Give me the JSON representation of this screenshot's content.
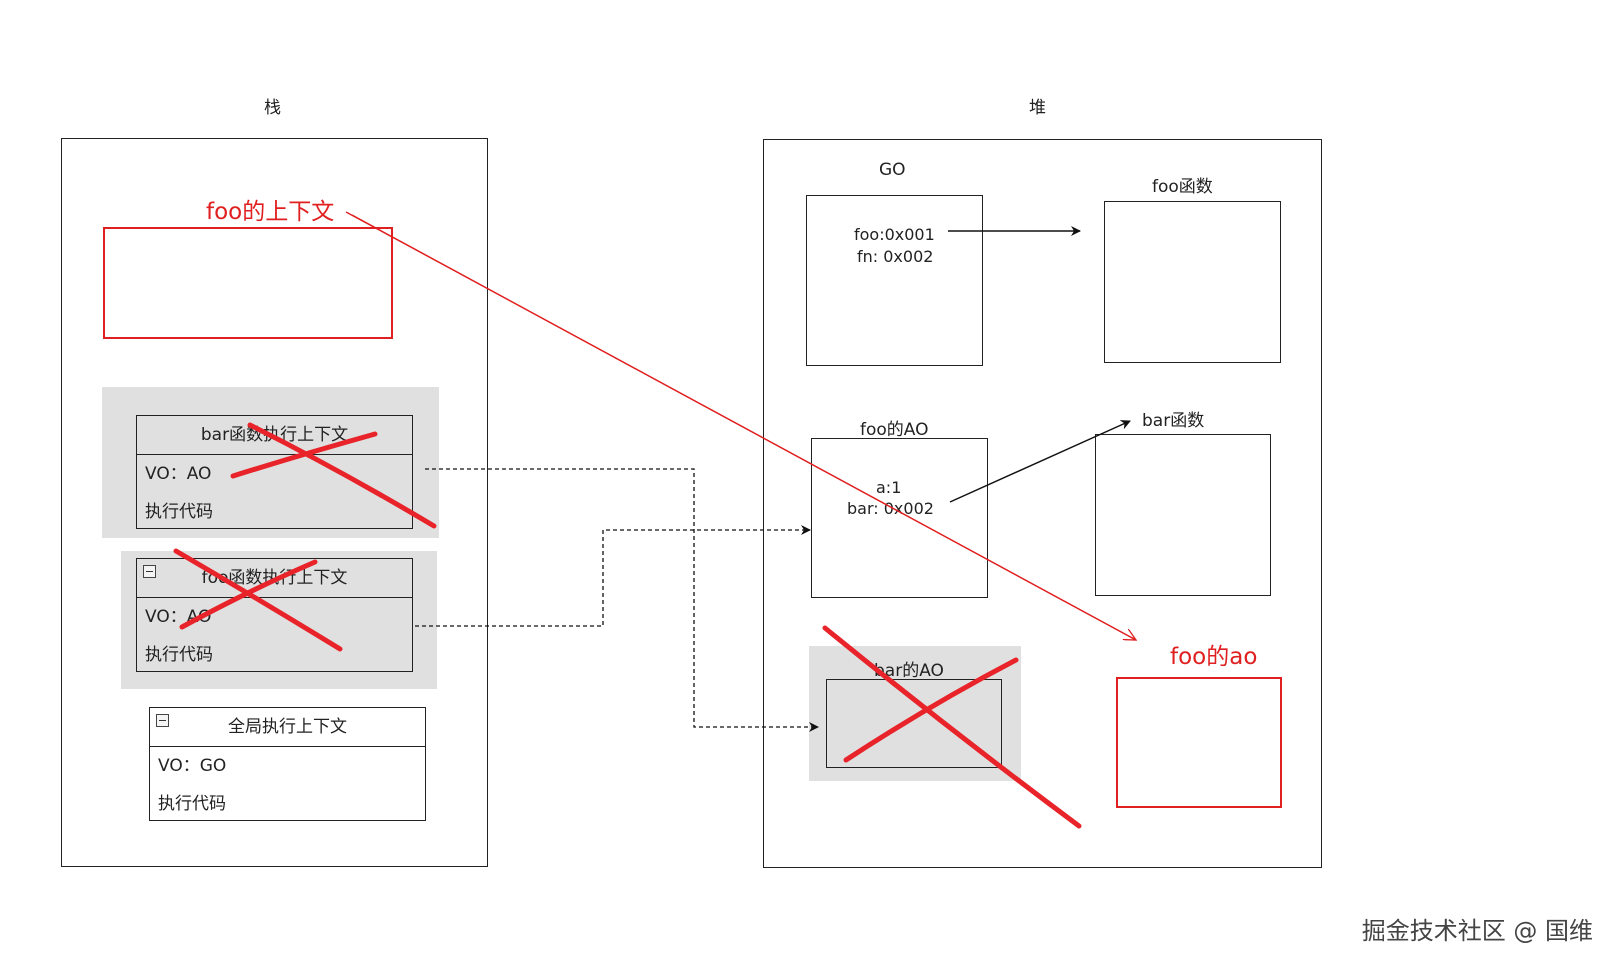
{
  "stack": {
    "title": "栈",
    "foo_context_label": "foo的上下文",
    "bar_context": {
      "header": "bar函数执行上下文",
      "vo": "VO：AO",
      "code": "执行代码"
    },
    "foo_exec_context": {
      "header": "foo函数执行上下文",
      "vo": "VO：AO",
      "code": "执行代码"
    },
    "global_context": {
      "header": "全局执行上下文",
      "vo": "VO：GO",
      "code": "执行代码"
    }
  },
  "heap": {
    "title": "堆",
    "go": {
      "title": "GO",
      "line1": "foo:0x001",
      "line2": "fn: 0x002"
    },
    "foo_function": {
      "title": "foo函数"
    },
    "foo_ao": {
      "title": "foo的AO",
      "line1": "a:1",
      "line2": "bar: 0x002"
    },
    "bar_function": {
      "title": "bar函数"
    },
    "bar_ao": {
      "title": "bar的AO"
    },
    "foo_ao_red_label": "foo的ao"
  },
  "watermark": "掘金技术社区 @ 国维",
  "colors": {
    "red": "#e02020",
    "gray": "#e0e0e0",
    "line": "#222222"
  }
}
